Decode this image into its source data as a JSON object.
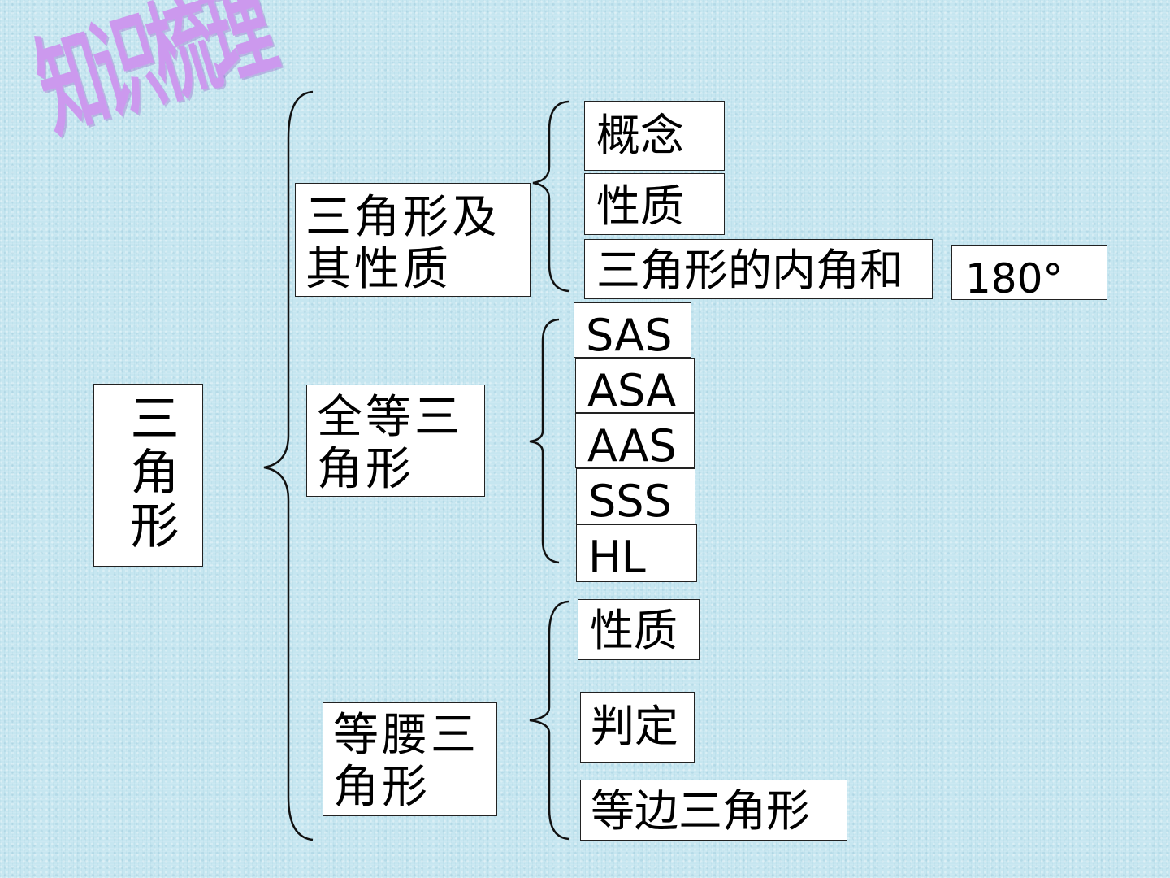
{
  "title": "知识梳理",
  "root": "三角形",
  "branches": [
    {
      "label": "三角形及其性质",
      "items": [
        "概念",
        "性质",
        "三角形的内角和"
      ],
      "extra": "180°"
    },
    {
      "label": "全等三角形",
      "items": [
        "SAS",
        "ASA",
        "AAS",
        "SSS",
        "HL"
      ]
    },
    {
      "label": "等腰三角形",
      "items": [
        "性质",
        "判定",
        "等边三角形"
      ]
    }
  ],
  "colors": {
    "background": "#c6e6f0",
    "title": "#cc99ee",
    "box_fill": "#ffffff",
    "line": "#111111"
  }
}
